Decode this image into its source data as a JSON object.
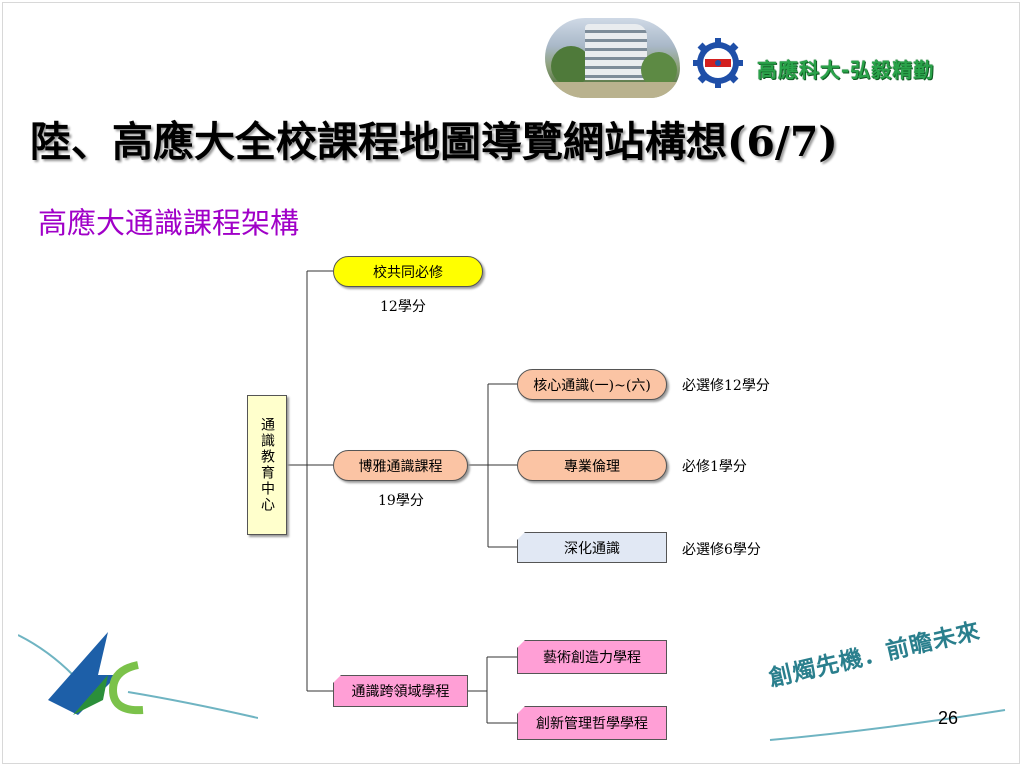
{
  "header": {
    "motto": "高應科大-弘毅精勤",
    "photo_icon": "campus-building-photo",
    "emblem_icon": "gear-emblem-icon"
  },
  "title": "陸、高應大全校課程地圖導覽網站構想(6/7)",
  "subtitle": "高應大通識課程架構",
  "org_chart": {
    "root": "通識教育中心",
    "branches": [
      {
        "label": "校共同必修",
        "credits": "12學分"
      },
      {
        "label": "博雅通識課程",
        "credits": "19學分",
        "children": [
          {
            "label": "核心通識(一)~(六)",
            "note": "必選修12學分"
          },
          {
            "label": "專業倫理",
            "note": "必修1學分"
          },
          {
            "label": "深化通識",
            "note": "必選修6學分"
          }
        ]
      },
      {
        "label": "通識跨領域學程",
        "children": [
          {
            "label": "藝術創造力學程"
          },
          {
            "label": "創新管理哲學學程"
          }
        ]
      }
    ]
  },
  "footer": {
    "tagline": "創燭先機．前瞻未來",
    "page_number": "26",
    "logo_icon": "kuas-logo-icon"
  },
  "colors": {
    "title_shadow": "#9a9a9a",
    "subtitle": "#a000c8",
    "motto": "#2aa34a",
    "root_fill": "#ffffcc",
    "yellow_fill": "#ffff00",
    "salmon_fill": "#fbc4a4",
    "pink_fill": "#ff9fd6",
    "blue_fill": "#e1e8f4",
    "tagline": "#2a7f8d"
  }
}
